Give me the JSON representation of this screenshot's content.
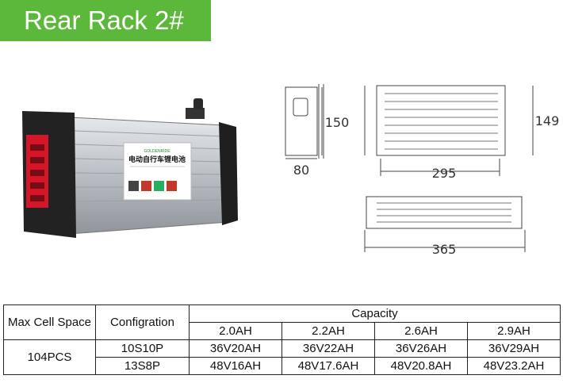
{
  "banner": {
    "title": "Rear Rack 2#"
  },
  "product_image": {
    "label_text": "电动自行车锂电池",
    "brand_text": "GOLDENRIDE"
  },
  "drawing": {
    "dim_height_side": "150",
    "dim_width_side": "80",
    "dim_length_top": "295",
    "dim_height_top": "149",
    "dim_length_bottom": "365"
  },
  "table": {
    "max_cell_space_header": "Max Cell Space",
    "configuration_header": "Configration",
    "capacity_header": "Capacity",
    "capacity_columns": [
      "2.0AH",
      "2.2AH",
      "2.6AH",
      "2.9AH"
    ],
    "max_cell_space_value": "104PCS",
    "rows": [
      {
        "config": "10S10P",
        "values": [
          "36V20AH",
          "36V22AH",
          "36V26AH",
          "36V29AH"
        ]
      },
      {
        "config": "13S8P",
        "values": [
          "48V16AH",
          "48V17.6AH",
          "48V20.8AH",
          "48V23.2AH"
        ]
      }
    ]
  },
  "colors": {
    "banner_green": "#5cb83a",
    "battery_silver": "#c8cdd2",
    "tail_light_red": "#d4162a"
  }
}
